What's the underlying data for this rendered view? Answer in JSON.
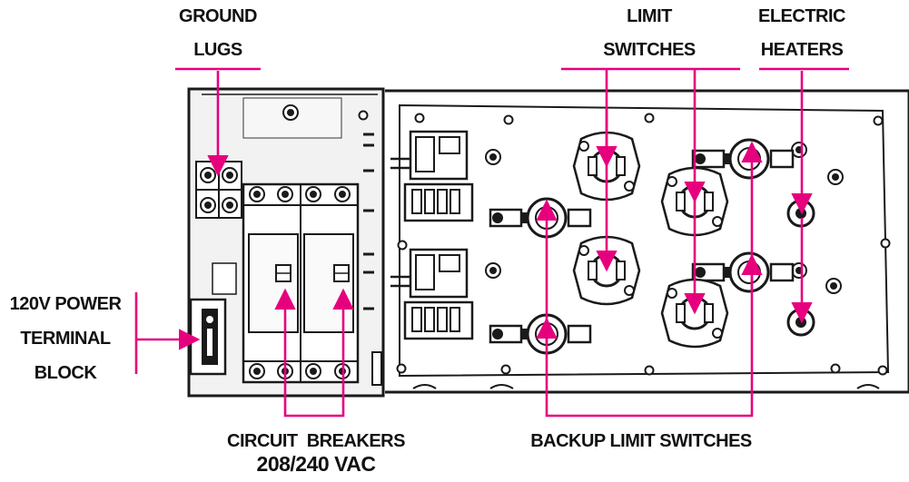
{
  "labels": {
    "ground_lugs": [
      "GROUND",
      "LUGS"
    ],
    "limit_switches": [
      "LIMIT",
      "SWITCHES"
    ],
    "electric_heaters": [
      "ELECTRIC",
      "HEATERS"
    ],
    "power_terminal_block": [
      "120V POWER",
      "TERMINAL",
      "BLOCK"
    ],
    "circuit_breakers": [
      "CIRCUIT  BREAKERS",
      "208/240 VAC"
    ],
    "backup_limit_switches": "BACKUP LIMIT SWITCHES"
  },
  "colors": {
    "callout": "#e6007e",
    "outline": "#1a1a1a",
    "panel": "#f2f2f2",
    "label_text": "#111111"
  }
}
